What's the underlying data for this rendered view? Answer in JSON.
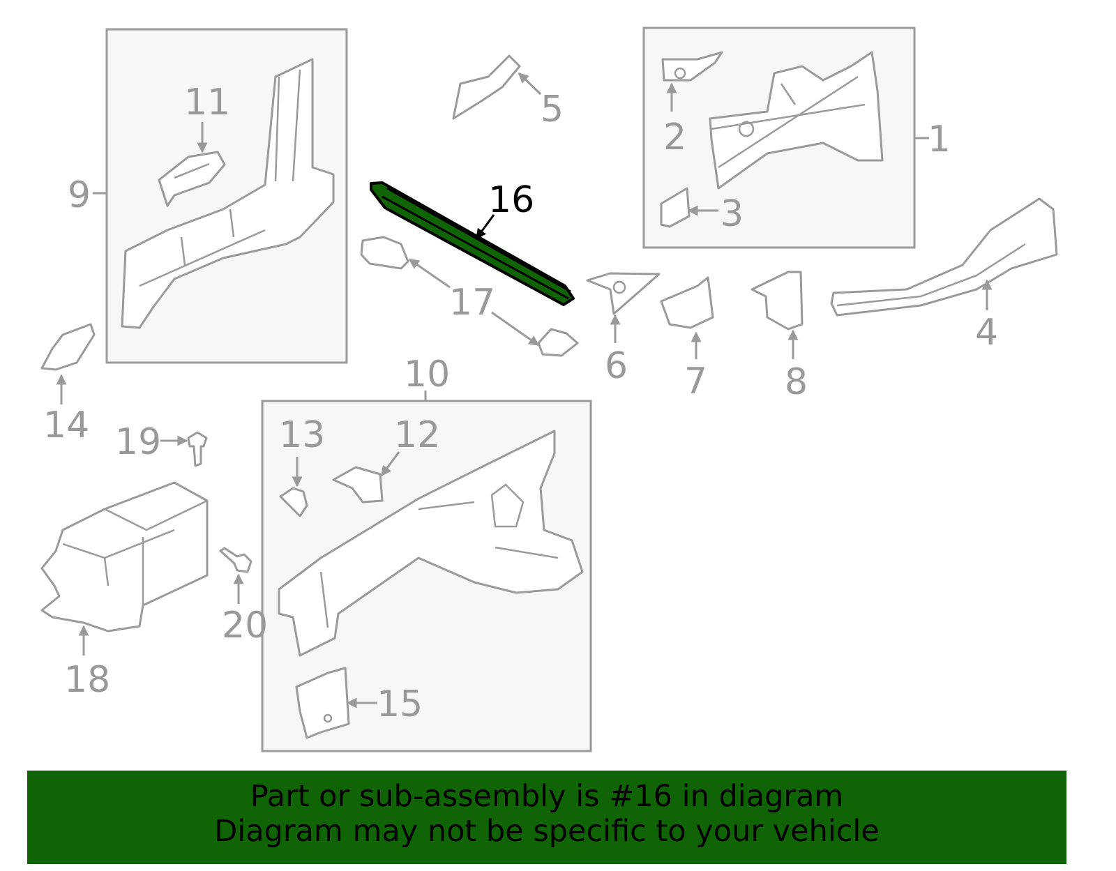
{
  "diagram": {
    "selected_part": "16",
    "colors": {
      "highlight": "#116405",
      "outline": "#9a9a9a",
      "selected_label": "#000000"
    },
    "callouts": [
      {
        "id": "1",
        "label": "1"
      },
      {
        "id": "2",
        "label": "2"
      },
      {
        "id": "3",
        "label": "3"
      },
      {
        "id": "4",
        "label": "4"
      },
      {
        "id": "5",
        "label": "5"
      },
      {
        "id": "6",
        "label": "6"
      },
      {
        "id": "7",
        "label": "7"
      },
      {
        "id": "8",
        "label": "8"
      },
      {
        "id": "9",
        "label": "9"
      },
      {
        "id": "10",
        "label": "10"
      },
      {
        "id": "11",
        "label": "11"
      },
      {
        "id": "12",
        "label": "12"
      },
      {
        "id": "13",
        "label": "13"
      },
      {
        "id": "14",
        "label": "14"
      },
      {
        "id": "15",
        "label": "15"
      },
      {
        "id": "16",
        "label": "16"
      },
      {
        "id": "17",
        "label": "17"
      },
      {
        "id": "18",
        "label": "18"
      },
      {
        "id": "19",
        "label": "19"
      },
      {
        "id": "20",
        "label": "20"
      }
    ]
  },
  "banner": {
    "line1": "Part or sub-assembly is #16 in diagram",
    "line2": "Diagram may not be specific to your vehicle"
  }
}
